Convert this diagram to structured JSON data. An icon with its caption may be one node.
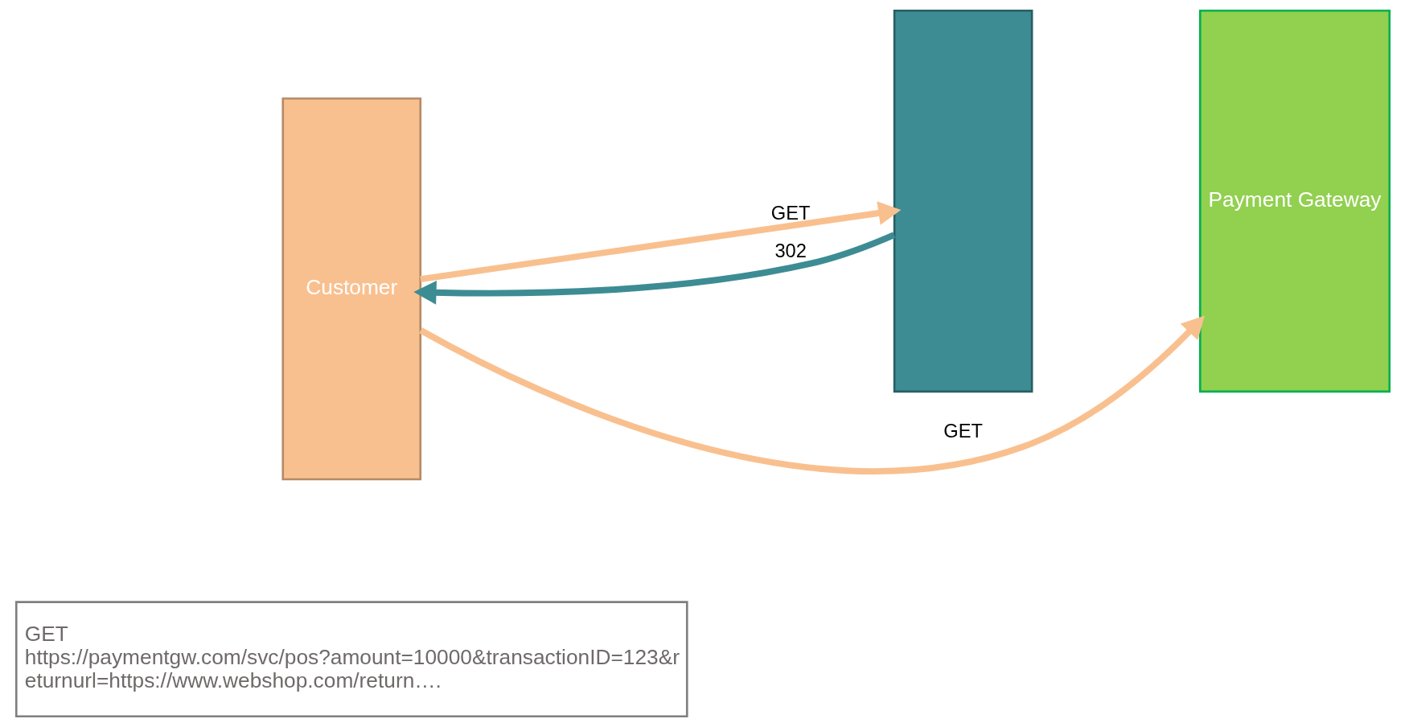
{
  "diagram": {
    "nodes": [
      {
        "text": [
          "Customer"
        ]
      },
      {
        "text": [],
        "shape": "box"
      },
      {
        "text": [
          "Payment Gateway"
        ]
      },
      {
        "text": [
          "GET https://paymentgw.com/svc/pos?amount=10000&transactionID=123&returnurl=https://www.webshop.com/return…."
        ]
      }
    ],
    "edges": [
      {
        "from": 0,
        "to": 1,
        "arrow": "to",
        "label": "GET"
      },
      {
        "from": 1,
        "to": 0,
        "arrow": "to",
        "label": "302",
        "color": "#3d8c93"
      },
      {
        "from": 0,
        "to": 2,
        "arrow": "to",
        "label": "GET"
      }
    ]
  }
}
